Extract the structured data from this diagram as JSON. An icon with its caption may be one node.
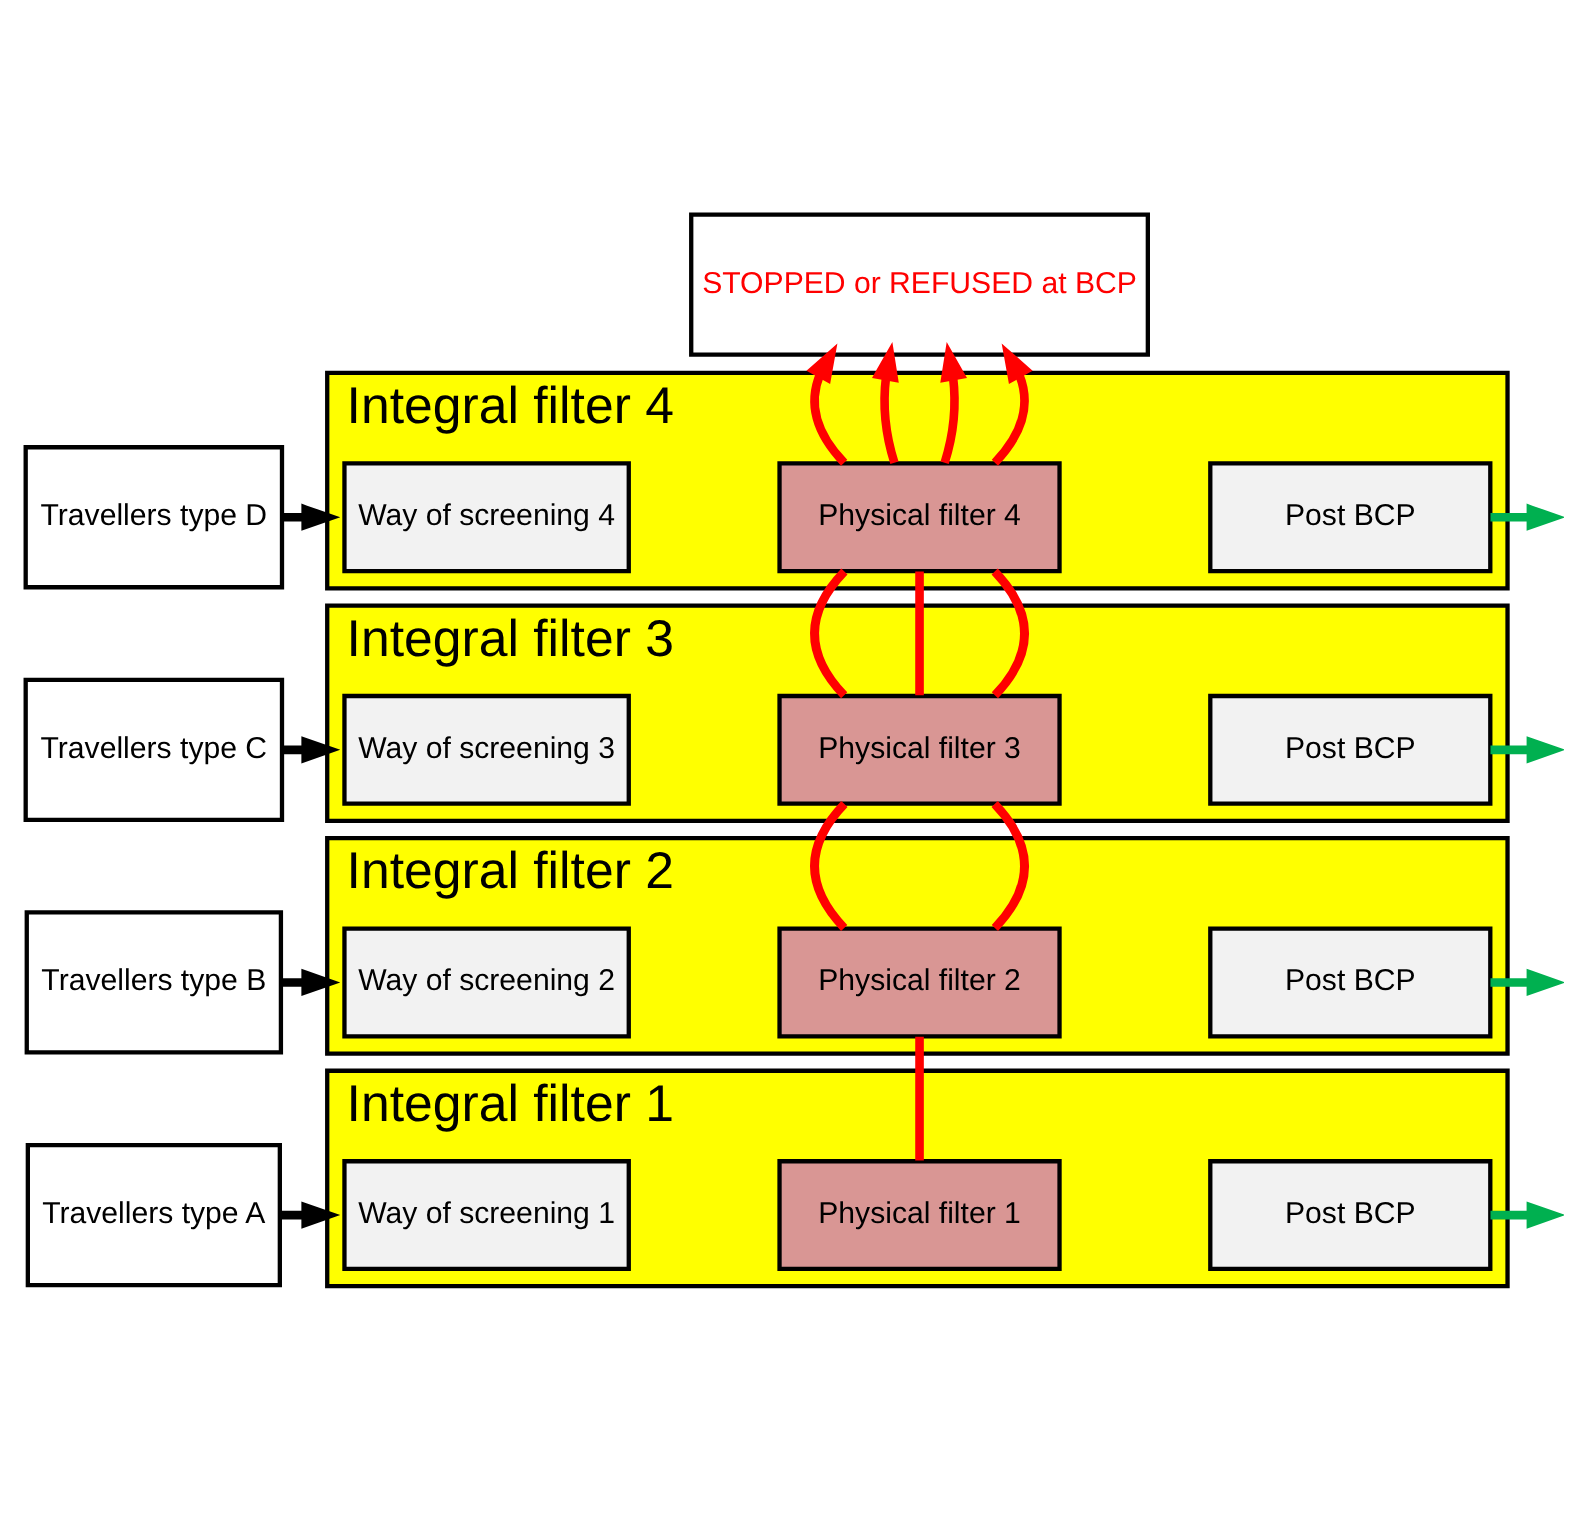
{
  "diagram": {
    "nodes": [
      {
        "text": [
          "Travellers type A"
        ]
      },
      {
        "text": [
          "Integral filter 1"
        ]
      },
      {
        "text": [
          "Way of screening 1"
        ],
        "in": 1
      },
      {
        "text": [
          "Physical filter 1"
        ],
        "in": 1
      },
      {
        "text": [
          "Post BCP"
        ],
        "in": 1
      },
      {
        "text": [
          "Travellers type B"
        ]
      },
      {
        "text": [
          "Integral filter 2"
        ]
      },
      {
        "text": [
          "Way of screening 2"
        ],
        "in": 6
      },
      {
        "text": [
          "Physical filter 2"
        ],
        "in": 6
      },
      {
        "text": [
          "Post BCP"
        ],
        "in": 6
      },
      {
        "text": [
          "Travellers type C"
        ]
      },
      {
        "text": [
          "Integral filter 3"
        ]
      },
      {
        "text": [
          "Way of screening 3"
        ],
        "in": 11
      },
      {
        "text": [
          "Physical filter 3"
        ],
        "in": 11
      },
      {
        "text": [
          "Post BCP"
        ],
        "in": 11
      },
      {
        "text": [
          "Travellers type D"
        ]
      },
      {
        "text": [
          "Integral filter 4"
        ]
      },
      {
        "text": [
          "Way of screening 4"
        ],
        "in": 16
      },
      {
        "text": [
          "Physical filter 4"
        ],
        "in": 16
      },
      {
        "text": [
          "Post BCP"
        ],
        "in": 16
      },
      {
        "text": [
          "STOPPED or REFUSED at BCP"
        ]
      }
    ],
    "edges": [
      {
        "from": 0,
        "to": 1,
        "arrow": "to",
        "color": "#000000"
      },
      {
        "from": 4,
        "to": null,
        "arrow": "to",
        "color": "#00b050"
      },
      {
        "from": 3,
        "to": 8,
        "arrow": "none",
        "color": "#ff0000"
      },
      {
        "from": 5,
        "to": 6,
        "arrow": "to",
        "color": "#000000"
      },
      {
        "from": 9,
        "to": null,
        "arrow": "to",
        "color": "#00b050"
      },
      {
        "from": 8,
        "to": 13,
        "arrow": "none",
        "color": "#ff0000"
      },
      {
        "from": 8,
        "to": 13,
        "arrow": "none",
        "color": "#ff0000"
      },
      {
        "from": 10,
        "to": 11,
        "arrow": "to",
        "color": "#000000"
      },
      {
        "from": 14,
        "to": null,
        "arrow": "to",
        "color": "#00b050"
      },
      {
        "from": 13,
        "to": 18,
        "arrow": "none",
        "color": "#ff0000"
      },
      {
        "from": 13,
        "to": 18,
        "arrow": "none",
        "color": "#ff0000"
      },
      {
        "from": 13,
        "to": 18,
        "arrow": "none",
        "color": "#ff0000"
      },
      {
        "from": 15,
        "to": 16,
        "arrow": "to",
        "color": "#000000"
      },
      {
        "from": 19,
        "to": null,
        "arrow": "to",
        "color": "#00b050"
      },
      {
        "from": 18,
        "to": 20,
        "arrow": "to",
        "color": "#ff0000"
      },
      {
        "from": 18,
        "to": 20,
        "arrow": "to",
        "color": "#ff0000"
      },
      {
        "from": 18,
        "to": 20,
        "arrow": "to",
        "color": "#ff0000"
      },
      {
        "from": 18,
        "to": 20,
        "arrow": "to",
        "color": "#ff0000"
      }
    ]
  }
}
